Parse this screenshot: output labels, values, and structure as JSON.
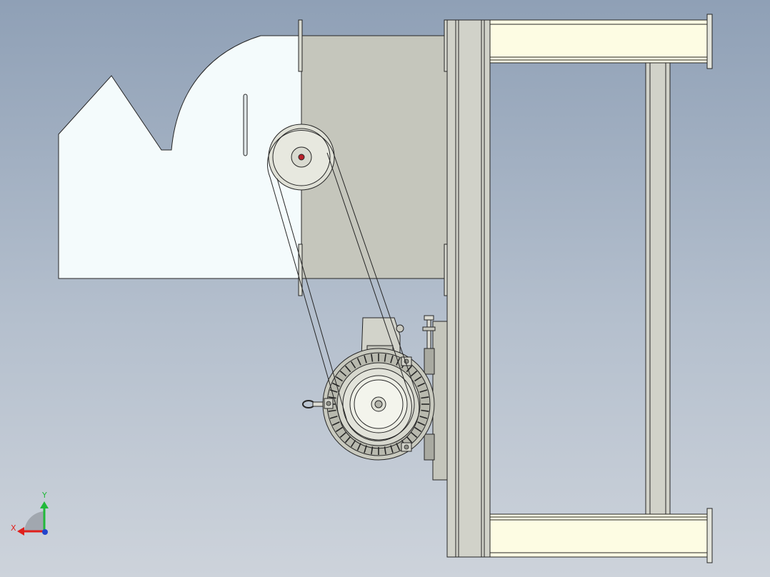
{
  "colors": {
    "background_top": "#8fa0b6",
    "background_bottom": "#cdd3db",
    "part_fill": "#f4fbfc",
    "plate_fill": "#c5c6bc",
    "frame_fill": "#d1d2c9",
    "beam_fill": "#fdfce3",
    "edge": "#262626",
    "axis_x": "#e0201c",
    "axis_y": "#21b93a",
    "axis_z": "#2244cc"
  },
  "icons": {
    "triad": "coordinate-triad-icon",
    "belt": "v-belt",
    "motor": "electric-motor",
    "pulley": "driven-pulley"
  },
  "triad": {
    "x_label": "X",
    "y_label": "Y"
  }
}
